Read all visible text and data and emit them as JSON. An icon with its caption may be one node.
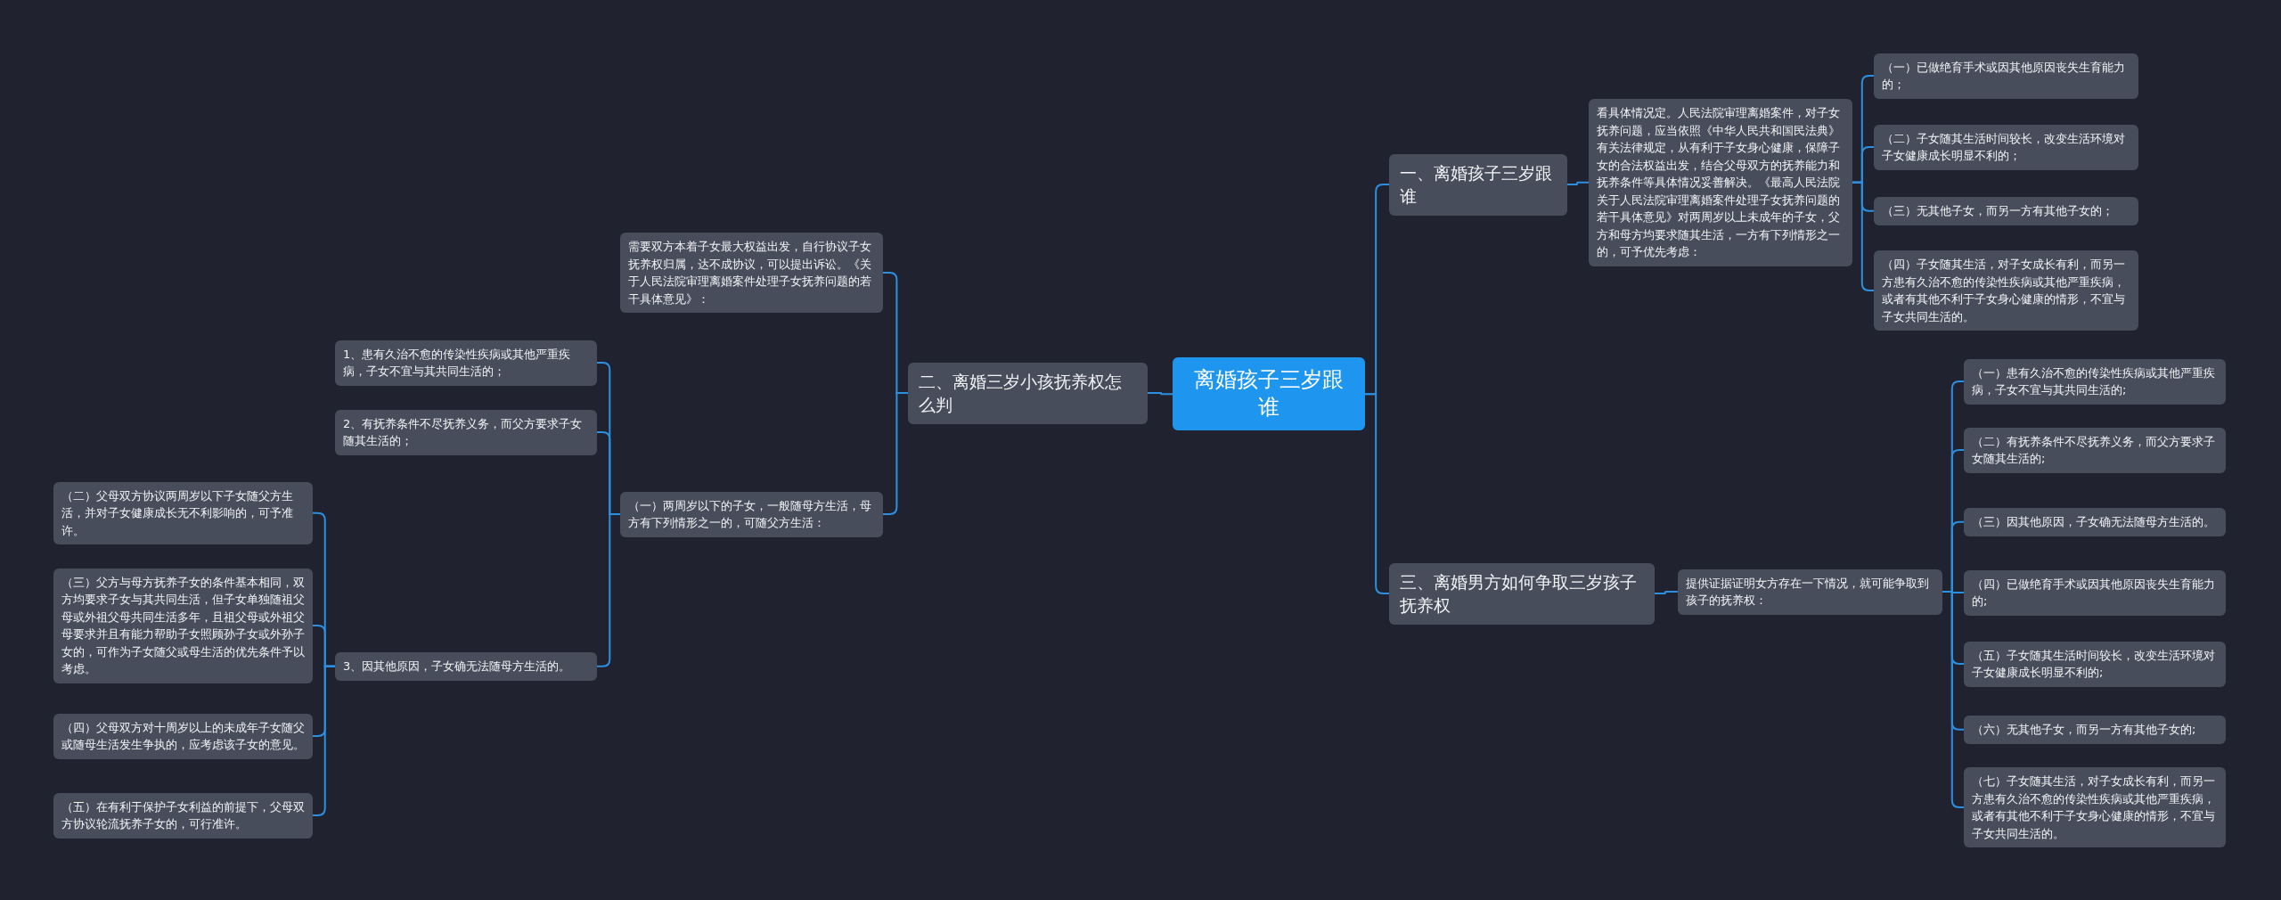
{
  "diagram": {
    "nodes": [
      {
        "text": [
          "离婚孩子三岁跟谁"
        ]
      },
      {
        "text": [
          "一、离婚孩子三岁跟谁"
        ]
      },
      {
        "text": [
          "看具体情况定。人民法院审理离婚案件，对子女抚养问题，应当依照《中华人民共和国民法典》有关法律规定，从有利于子女身心健康，保障子女的合法权益出发，结合父母双方的抚养能力和抚养条件等具体情况妥善解决。《最高人民法院关于人民法院审理离婚案件处理子女抚养问题的若干具体意见》对两周岁以上未成年的子女，父方和母方均要求随其生活，一方有下列情形之一的，可予优先考虑："
        ]
      },
      {
        "text": [
          "（一）已做绝育手术或因其他原因丧失生育能力的；"
        ]
      },
      {
        "text": [
          "（二）子女随其生活时间较长，改变生活环境对子女健康成长明显不利的；"
        ]
      },
      {
        "text": [
          "（三）无其他子女，而另一方有其他子女的；"
        ]
      },
      {
        "text": [
          "（四）子女随其生活，对子女成长有利，而另一方患有久治不愈的传染性疾病或其他严重疾病，或者有其他不利于子女身心健康的情形，不宜与子女共同生活的。"
        ]
      },
      {
        "text": [
          "三、离婚男方如何争取三岁孩子抚养权"
        ]
      },
      {
        "text": [
          "提供证据证明女方存在一下情况，就可能争取到孩子的抚养权："
        ]
      },
      {
        "text": [
          "（一）患有久治不愈的传染性疾病或其他严重疾病，子女不宜与其共同生活的;"
        ]
      },
      {
        "text": [
          "（二）有抚养条件不尽抚养义务，而父方要求子女随其生活的;"
        ]
      },
      {
        "text": [
          "（三）因其他原因，子女确无法随母方生活的。"
        ]
      },
      {
        "text": [
          "（四）已做绝育手术或因其他原因丧失生育能力的;"
        ]
      },
      {
        "text": [
          "（五）子女随其生活时间较长，改变生活环境对子女健康成长明显不利的;"
        ]
      },
      {
        "text": [
          "（六）无其他子女，而另一方有其他子女的;"
        ]
      },
      {
        "text": [
          "（七）子女随其生活，对子女成长有利，而另一方患有久治不愈的传染性疾病或其他严重疾病，或者有其他不利于子女身心健康的情形，不宜与子女共同生活的。"
        ]
      },
      {
        "text": [
          "二、离婚三岁小孩抚养权怎么判"
        ]
      },
      {
        "text": [
          "需要双方本着子女最大权益出发，自行协议子女抚养权归属，达不成协议，可以提出诉讼。《关于人民法院审理离婚案件处理子女抚养问题的若干具体意见》："
        ]
      },
      {
        "text": [
          "（一）两周岁以下的子女，一般随母方生活，母方有下列情形之一的，可随父方生活："
        ]
      },
      {
        "text": [
          "1、患有久治不愈的传染性疾病或其他严重疾病，子女不宜与其共同生活的；"
        ]
      },
      {
        "text": [
          "2、有抚养条件不尽抚养义务，而父方要求子女随其生活的；"
        ]
      },
      {
        "text": [
          "3、因其他原因，子女确无法随母方生活的。"
        ]
      },
      {
        "text": [
          "（二）父母双方协议两周岁以下子女随父方生活，并对子女健康成长无不利影响的，可予准许。"
        ]
      },
      {
        "text": [
          "（三）父方与母方抚养子女的条件基本相同，双方均要求子女与其共同生活，但子女单独随祖父母或外祖父母共同生活多年，且祖父母或外祖父母要求并且有能力帮助子女照顾孙子女或外孙子女的，可作为子女随父或母生活的优先条件予以考虑。"
        ]
      },
      {
        "text": [
          "（四）父母双方对十周岁以上的未成年子女随父或随母生活发生争执的，应考虑该子女的意见。"
        ]
      },
      {
        "text": [
          "（五）在有利于保护子女利益的前提下，父母双方协议轮流抚养子女的，可行准许。"
        ]
      }
    ],
    "edges": [
      {
        "from": 0,
        "to": 1,
        "arrow": "none"
      },
      {
        "from": 1,
        "to": 2,
        "arrow": "none"
      },
      {
        "from": 2,
        "to": 3,
        "arrow": "none"
      },
      {
        "from": 2,
        "to": 4,
        "arrow": "none"
      },
      {
        "from": 2,
        "to": 5,
        "arrow": "none"
      },
      {
        "from": 2,
        "to": 6,
        "arrow": "none"
      },
      {
        "from": 0,
        "to": 7,
        "arrow": "none"
      },
      {
        "from": 7,
        "to": 8,
        "arrow": "none"
      },
      {
        "from": 8,
        "to": 9,
        "arrow": "none"
      },
      {
        "from": 8,
        "to": 10,
        "arrow": "none"
      },
      {
        "from": 8,
        "to": 11,
        "arrow": "none"
      },
      {
        "from": 8,
        "to": 12,
        "arrow": "none"
      },
      {
        "from": 8,
        "to": 13,
        "arrow": "none"
      },
      {
        "from": 8,
        "to": 14,
        "arrow": "none"
      },
      {
        "from": 8,
        "to": 15,
        "arrow": "none"
      },
      {
        "from": 0,
        "to": 16,
        "arrow": "none"
      },
      {
        "from": 16,
        "to": 17,
        "arrow": "none"
      },
      {
        "from": 16,
        "to": 18,
        "arrow": "none"
      },
      {
        "from": 18,
        "to": 19,
        "arrow": "none"
      },
      {
        "from": 18,
        "to": 20,
        "arrow": "none"
      },
      {
        "from": 18,
        "to": 21,
        "arrow": "none"
      },
      {
        "from": 21,
        "to": 22,
        "arrow": "none"
      },
      {
        "from": 21,
        "to": 23,
        "arrow": "none"
      },
      {
        "from": 21,
        "to": 24,
        "arrow": "none"
      },
      {
        "from": 21,
        "to": 25,
        "arrow": "none"
      }
    ]
  }
}
